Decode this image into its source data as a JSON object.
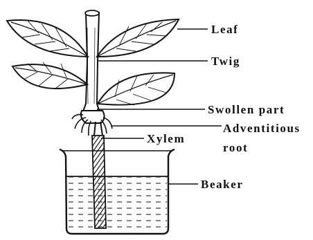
{
  "labels": {
    "leaf": "Leaf",
    "twig": "Twig",
    "swollen_part": "Swollen part",
    "adventitious_root_line1": "Adventitious",
    "adventitious_root_line2": "root",
    "xylem": "Xylem",
    "beaker": "Beaker"
  },
  "colors": {
    "ink": "#111111",
    "background": "#ffffff"
  }
}
